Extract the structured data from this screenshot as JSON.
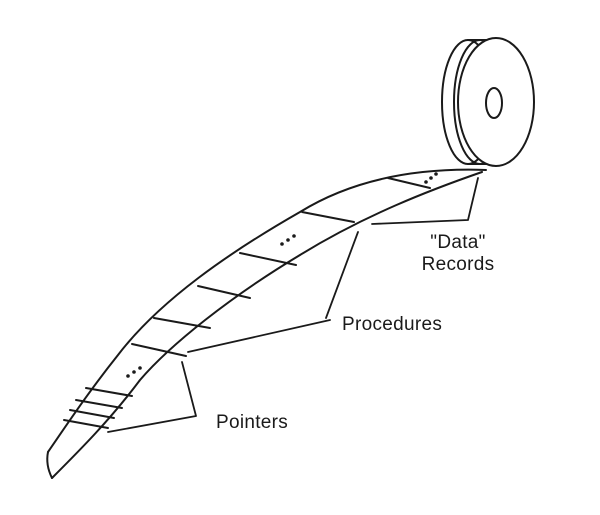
{
  "labels": {
    "data_records_line1": "\"Data\"",
    "data_records_line2": "Records",
    "procedures": "Procedures",
    "pointers": "Pointers"
  },
  "colors": {
    "ink": "#1a1a1a",
    "background": "#ffffff"
  }
}
